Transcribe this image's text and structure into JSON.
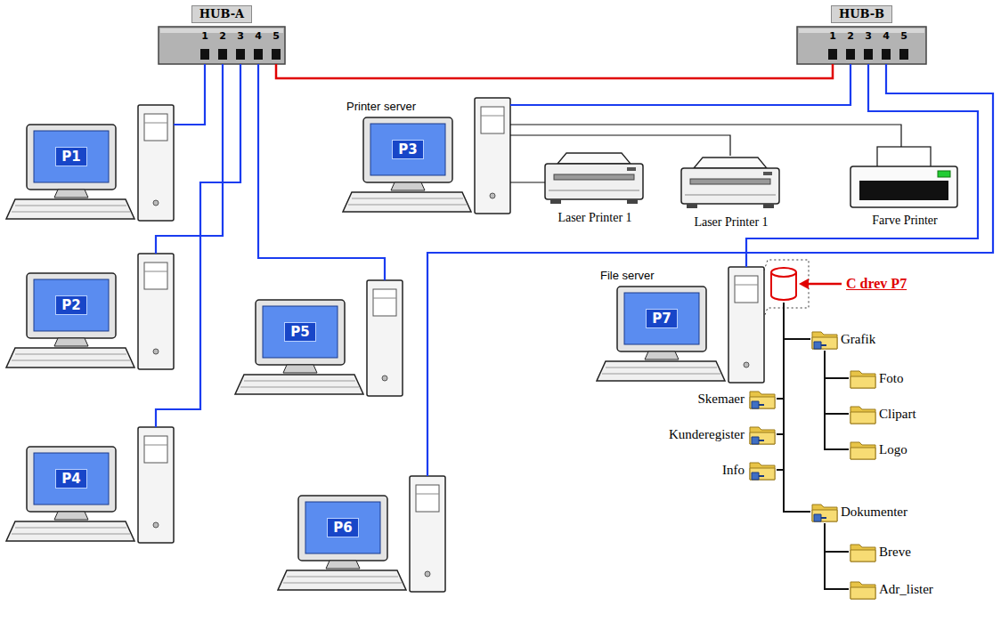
{
  "diagram": {
    "nodes": [
      {
        "text": [
          "HUB-A",
          "1",
          "2",
          "3",
          "4",
          "5"
        ]
      },
      {
        "text": [
          "HUB-B",
          "1",
          "2",
          "3",
          "4",
          "5"
        ]
      },
      {
        "text": [
          "P1"
        ]
      },
      {
        "text": [
          "Printer server",
          "P3"
        ]
      },
      {
        "text": [
          "Laser Printer 1"
        ]
      },
      {
        "text": [
          "Laser Printer 1"
        ]
      },
      {
        "text": [
          "Farve Printer"
        ]
      },
      {
        "text": [
          "P2"
        ]
      },
      {
        "text": [
          "P5"
        ]
      },
      {
        "text": [
          "File server",
          "P7"
        ]
      },
      {
        "text": [
          "C drev P7"
        ]
      },
      {
        "text": [
          "Grafik"
        ]
      },
      {
        "text": [
          "Foto"
        ]
      },
      {
        "text": [
          "Clipart"
        ]
      },
      {
        "text": [
          "Logo"
        ]
      },
      {
        "text": [
          "Skemaer"
        ]
      },
      {
        "text": [
          "Kunderegister"
        ]
      },
      {
        "text": [
          "Info"
        ]
      },
      {
        "text": [
          "Dokumenter"
        ]
      },
      {
        "text": [
          "Breve"
        ]
      },
      {
        "text": [
          "Adr_lister"
        ]
      },
      {
        "text": [
          "P4"
        ]
      },
      {
        "text": [
          "P6"
        ]
      }
    ],
    "edges": [
      {
        "from": 0,
        "to": 2,
        "arrow": "none"
      },
      {
        "from": 0,
        "to": 7,
        "arrow": "none"
      },
      {
        "from": 0,
        "to": 21,
        "arrow": "none"
      },
      {
        "from": 0,
        "to": 8,
        "arrow": "none"
      },
      {
        "from": 0,
        "to": 1,
        "arrow": "none"
      },
      {
        "from": 1,
        "to": 3,
        "arrow": "none"
      },
      {
        "from": 1,
        "to": 9,
        "arrow": "none"
      },
      {
        "from": 1,
        "to": 22,
        "arrow": "none"
      },
      {
        "from": 3,
        "to": 6,
        "arrow": "none"
      },
      {
        "from": 3,
        "to": 5,
        "arrow": "none"
      },
      {
        "from": 3,
        "to": 4,
        "arrow": "none"
      },
      {
        "from": 10,
        "to": 11,
        "arrow": "none"
      },
      {
        "from": 11,
        "to": 12,
        "arrow": "none"
      },
      {
        "from": 11,
        "to": 13,
        "arrow": "none"
      },
      {
        "from": 11,
        "to": 14,
        "arrow": "none"
      },
      {
        "from": 10,
        "to": 15,
        "arrow": "none"
      },
      {
        "from": 10,
        "to": 16,
        "arrow": "none"
      },
      {
        "from": 10,
        "to": 17,
        "arrow": "none"
      },
      {
        "from": 10,
        "to": 18,
        "arrow": "none"
      },
      {
        "from": 18,
        "to": 19,
        "arrow": "none"
      },
      {
        "from": 18,
        "to": 20,
        "arrow": "none"
      }
    ]
  }
}
